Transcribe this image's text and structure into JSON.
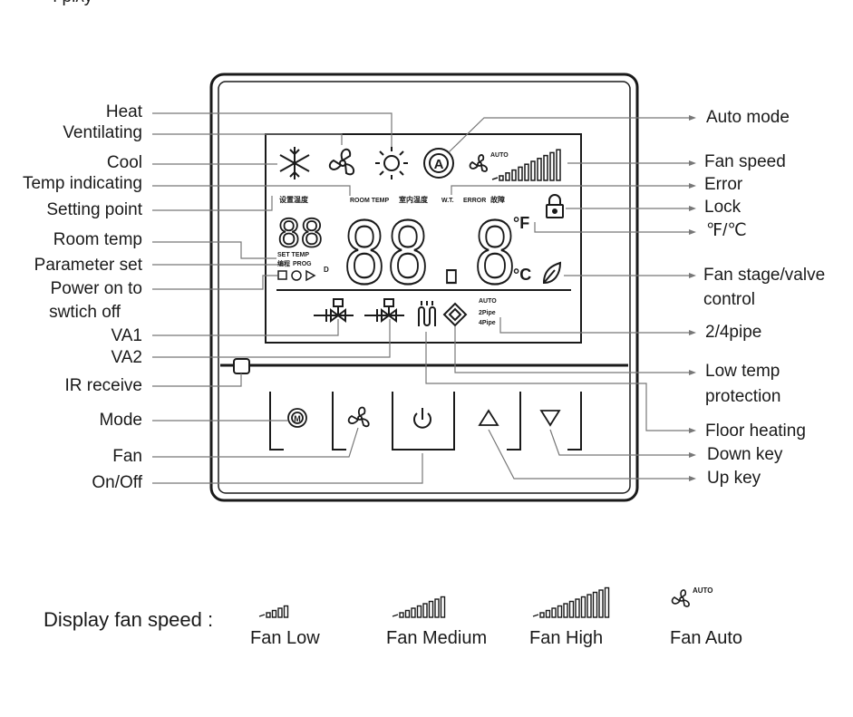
{
  "header_fragment": "ı  plᴀy",
  "left_labels": {
    "heat": "Heat",
    "ventilating": "Ventilating",
    "cool": "Cool",
    "temp_indicating": "Temp indicating",
    "setting_point": "Setting point",
    "room_temp": "Room temp",
    "parameter_set": "Parameter set",
    "power_on_to": "Power on to",
    "switch_off": "swtich off",
    "va1": "VA1",
    "va2": "VA2",
    "ir_receive": "IR receive",
    "mode": "Mode",
    "fan": "Fan",
    "on_off": "On/Off"
  },
  "right_labels": {
    "auto_mode": "Auto mode",
    "fan_speed": "Fan speed",
    "error": "Error",
    "lock": "Lock",
    "f_c": "℉/℃",
    "fan_stage_1": "Fan stage/valve",
    "fan_stage_2": "control",
    "pipe": "2/4pipe",
    "low_temp_1": "Low temp",
    "low_temp_2": "protection",
    "floor_heating": "Floor heating",
    "down_key": "Down  key",
    "up_key": "Up  key"
  },
  "lcd": {
    "auto_badge": "AUTO",
    "room_temp_text": "ROOM TEMP",
    "indoor_cn": "室内温度",
    "wt_text": "W.T.",
    "error_text": "ERROR",
    "fault_cn": "故障",
    "set_cn": "设置温度",
    "set_temp_text": "SET TEMP",
    "prog_cn": "编程",
    "prog_text": "PROG",
    "d_text": "D",
    "small_digits": "88",
    "big_digits": "88.8",
    "deg_f": "°F",
    "deg_c": "°C",
    "auto_small": "AUTO",
    "pipe2": "2Pipe",
    "pipe4": "4Pipe"
  },
  "legend": {
    "title": "Display fan speed :",
    "items": [
      "Fan Low",
      "Fan Medium",
      "Fan High",
      "Fan Auto"
    ],
    "auto_badge": "AUTO"
  }
}
